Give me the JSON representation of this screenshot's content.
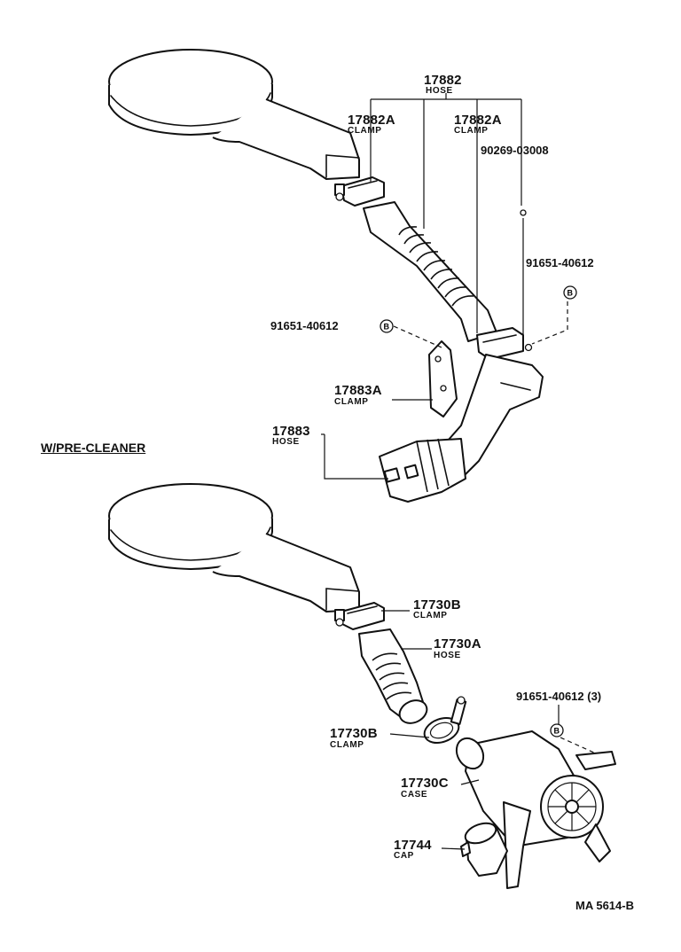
{
  "section_label": "W/PRE-CLEANER",
  "diagram_code": "MA 5614-B",
  "bolt_symbol": "B",
  "parts_top": {
    "p17882": {
      "number": "17882",
      "name": "HOSE"
    },
    "p17882a_left": {
      "number": "17882A",
      "name": "CLAMP"
    },
    "p17882a_right": {
      "number": "17882A",
      "name": "CLAMP"
    },
    "p90269": {
      "number": "90269-03008"
    },
    "p91651_right": {
      "number": "91651-40612"
    },
    "p91651_left": {
      "number": "91651-40612"
    },
    "p17883a": {
      "number": "17883A",
      "name": "CLAMP"
    },
    "p17883": {
      "number": "17883",
      "name": "HOSE"
    }
  },
  "parts_bottom": {
    "p17730b_top": {
      "number": "17730B",
      "name": "CLAMP"
    },
    "p17730a": {
      "number": "17730A",
      "name": "HOSE"
    },
    "p91651": {
      "number": "91651-40612 (3)"
    },
    "p17730b_bottom": {
      "number": "17730B",
      "name": "CLAMP"
    },
    "p17730c": {
      "number": "17730C",
      "name": "CASE"
    },
    "p17744": {
      "number": "17744",
      "name": "CAP"
    }
  }
}
